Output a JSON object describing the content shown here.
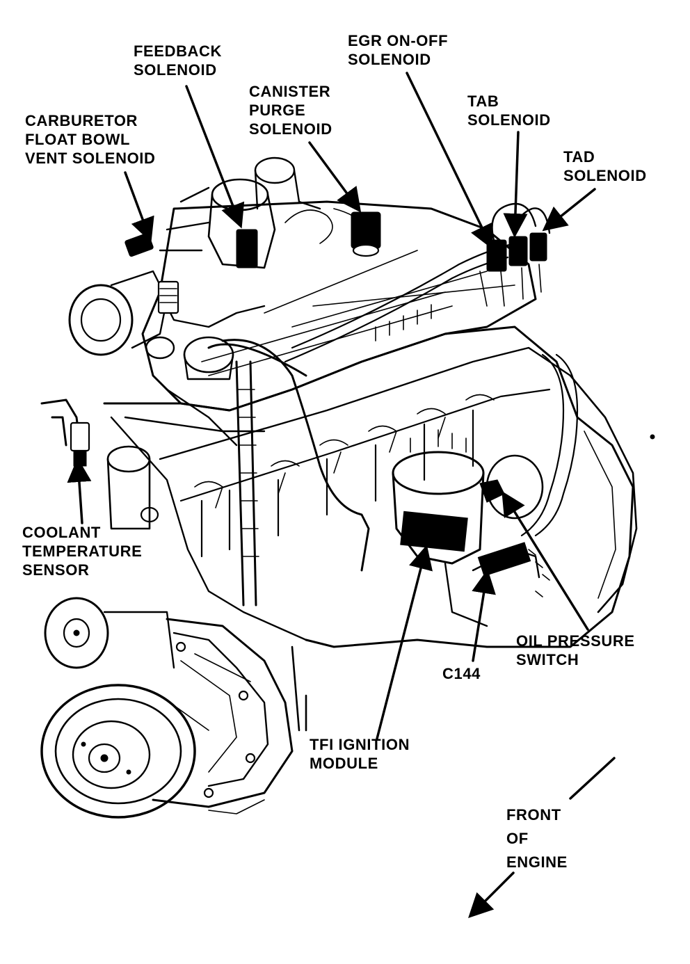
{
  "labels": {
    "carb_vent": [
      "CARBURETOR",
      "FLOAT BOWL",
      "VENT SOLENOID"
    ],
    "feedback": [
      "FEEDBACK",
      "SOLENOID"
    ],
    "canister": [
      "CANISTER",
      "PURGE",
      "SOLENOID"
    ],
    "egr": [
      "EGR ON-OFF",
      "SOLENOID"
    ],
    "tab": [
      "TAB",
      "SOLENOID"
    ],
    "tad": [
      "TAD",
      "SOLENOID"
    ],
    "coolant": [
      "COOLANT",
      "TEMPERATURE",
      "SENSOR"
    ],
    "oil_pressure": [
      "OIL PRESSURE",
      "SWITCH"
    ],
    "c144": [
      "C144"
    ],
    "tfi": [
      "TFI IGNITION",
      "MODULE"
    ],
    "front": [
      "FRONT",
      "OF",
      "ENGINE"
    ]
  },
  "colors": {
    "ink": "#000000",
    "paper": "#ffffff"
  }
}
